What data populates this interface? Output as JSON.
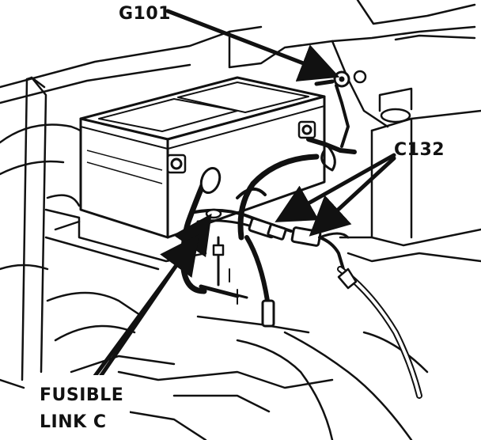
{
  "callouts": {
    "g101": "G101",
    "c132": "C132",
    "fusible_link_line1": "FUSIBLE",
    "fusible_link_line2": "LINK C"
  },
  "colors": {
    "ink": "#111111",
    "paper": "#ffffff"
  }
}
